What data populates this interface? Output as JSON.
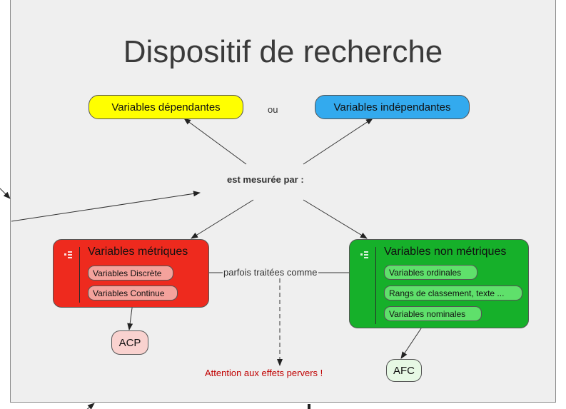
{
  "title": "Dispositif de recherche",
  "top": {
    "dependantes": "Variables dépendantes",
    "ou": "ou",
    "independantes": "Variables indépendantes"
  },
  "center_label": "est mesurée par :",
  "metriques": {
    "title": "Variables métriques",
    "items": [
      "Variables Discrète",
      "Variables Continue"
    ]
  },
  "non_metriques": {
    "title": "Variables non métriques",
    "items": [
      "Variables ordinales",
      "Rangs de classement, texte ...",
      "Variables nominales"
    ]
  },
  "parfois": "parfois traitées comme",
  "acp": "ACP",
  "afc": "AFC",
  "warning": "Attention aux effets pervers !",
  "colors": {
    "background": "#efefef",
    "dependantes": "#ffff00",
    "independantes": "#33aaee",
    "metriques": "#ee2a1e",
    "non_metriques": "#16b02a",
    "acp": "#f9d2cf",
    "afc": "#e6f8e4",
    "warning": "#c00000"
  }
}
